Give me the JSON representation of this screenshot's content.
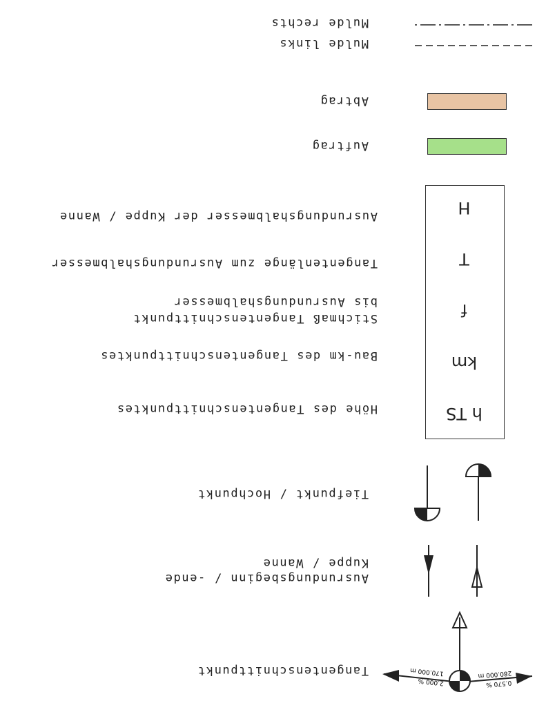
{
  "legend": {
    "tangent_point": {
      "label": "Tangentenschnittpunkt",
      "left_grade": "0.570 %",
      "left_length": "280.000 m",
      "right_grade": "2.000 %",
      "right_length": "170.000 m"
    },
    "rounding_start_end": {
      "line1": "Ausrundungsbeginn / -ende",
      "line2": "Kuppe / Wanne"
    },
    "low_high_point": {
      "label": "Tiefpunkt / Hochpunkt"
    },
    "box_symbols": {
      "H": "H",
      "T": "T",
      "f": "f",
      "km": "km",
      "hTS": "h TS"
    },
    "box_labels": {
      "H": "Ausrundungshalbmesser der Kuppe / Wanne",
      "T": "Tangentenlänge zum Ausrundungshalbmesser",
      "f_line1": "Stichmaß Tangentenschnittpunkt",
      "f_line2": "bis Ausrundungshalbmesser",
      "km": "Bau-km des Tangentenschnittpunktes",
      "hTS": "Höhe des Tangentenschnittpunktes"
    },
    "fill": {
      "label": "Auftrag",
      "color": "#a6e08a"
    },
    "cut": {
      "label": "Abtrag",
      "color": "#e8c4a4"
    },
    "ditch_left": {
      "label": "Mulde links",
      "style": "dashed"
    },
    "ditch_right": {
      "label": "Mulde rechts",
      "style": "dash-dot"
    }
  }
}
